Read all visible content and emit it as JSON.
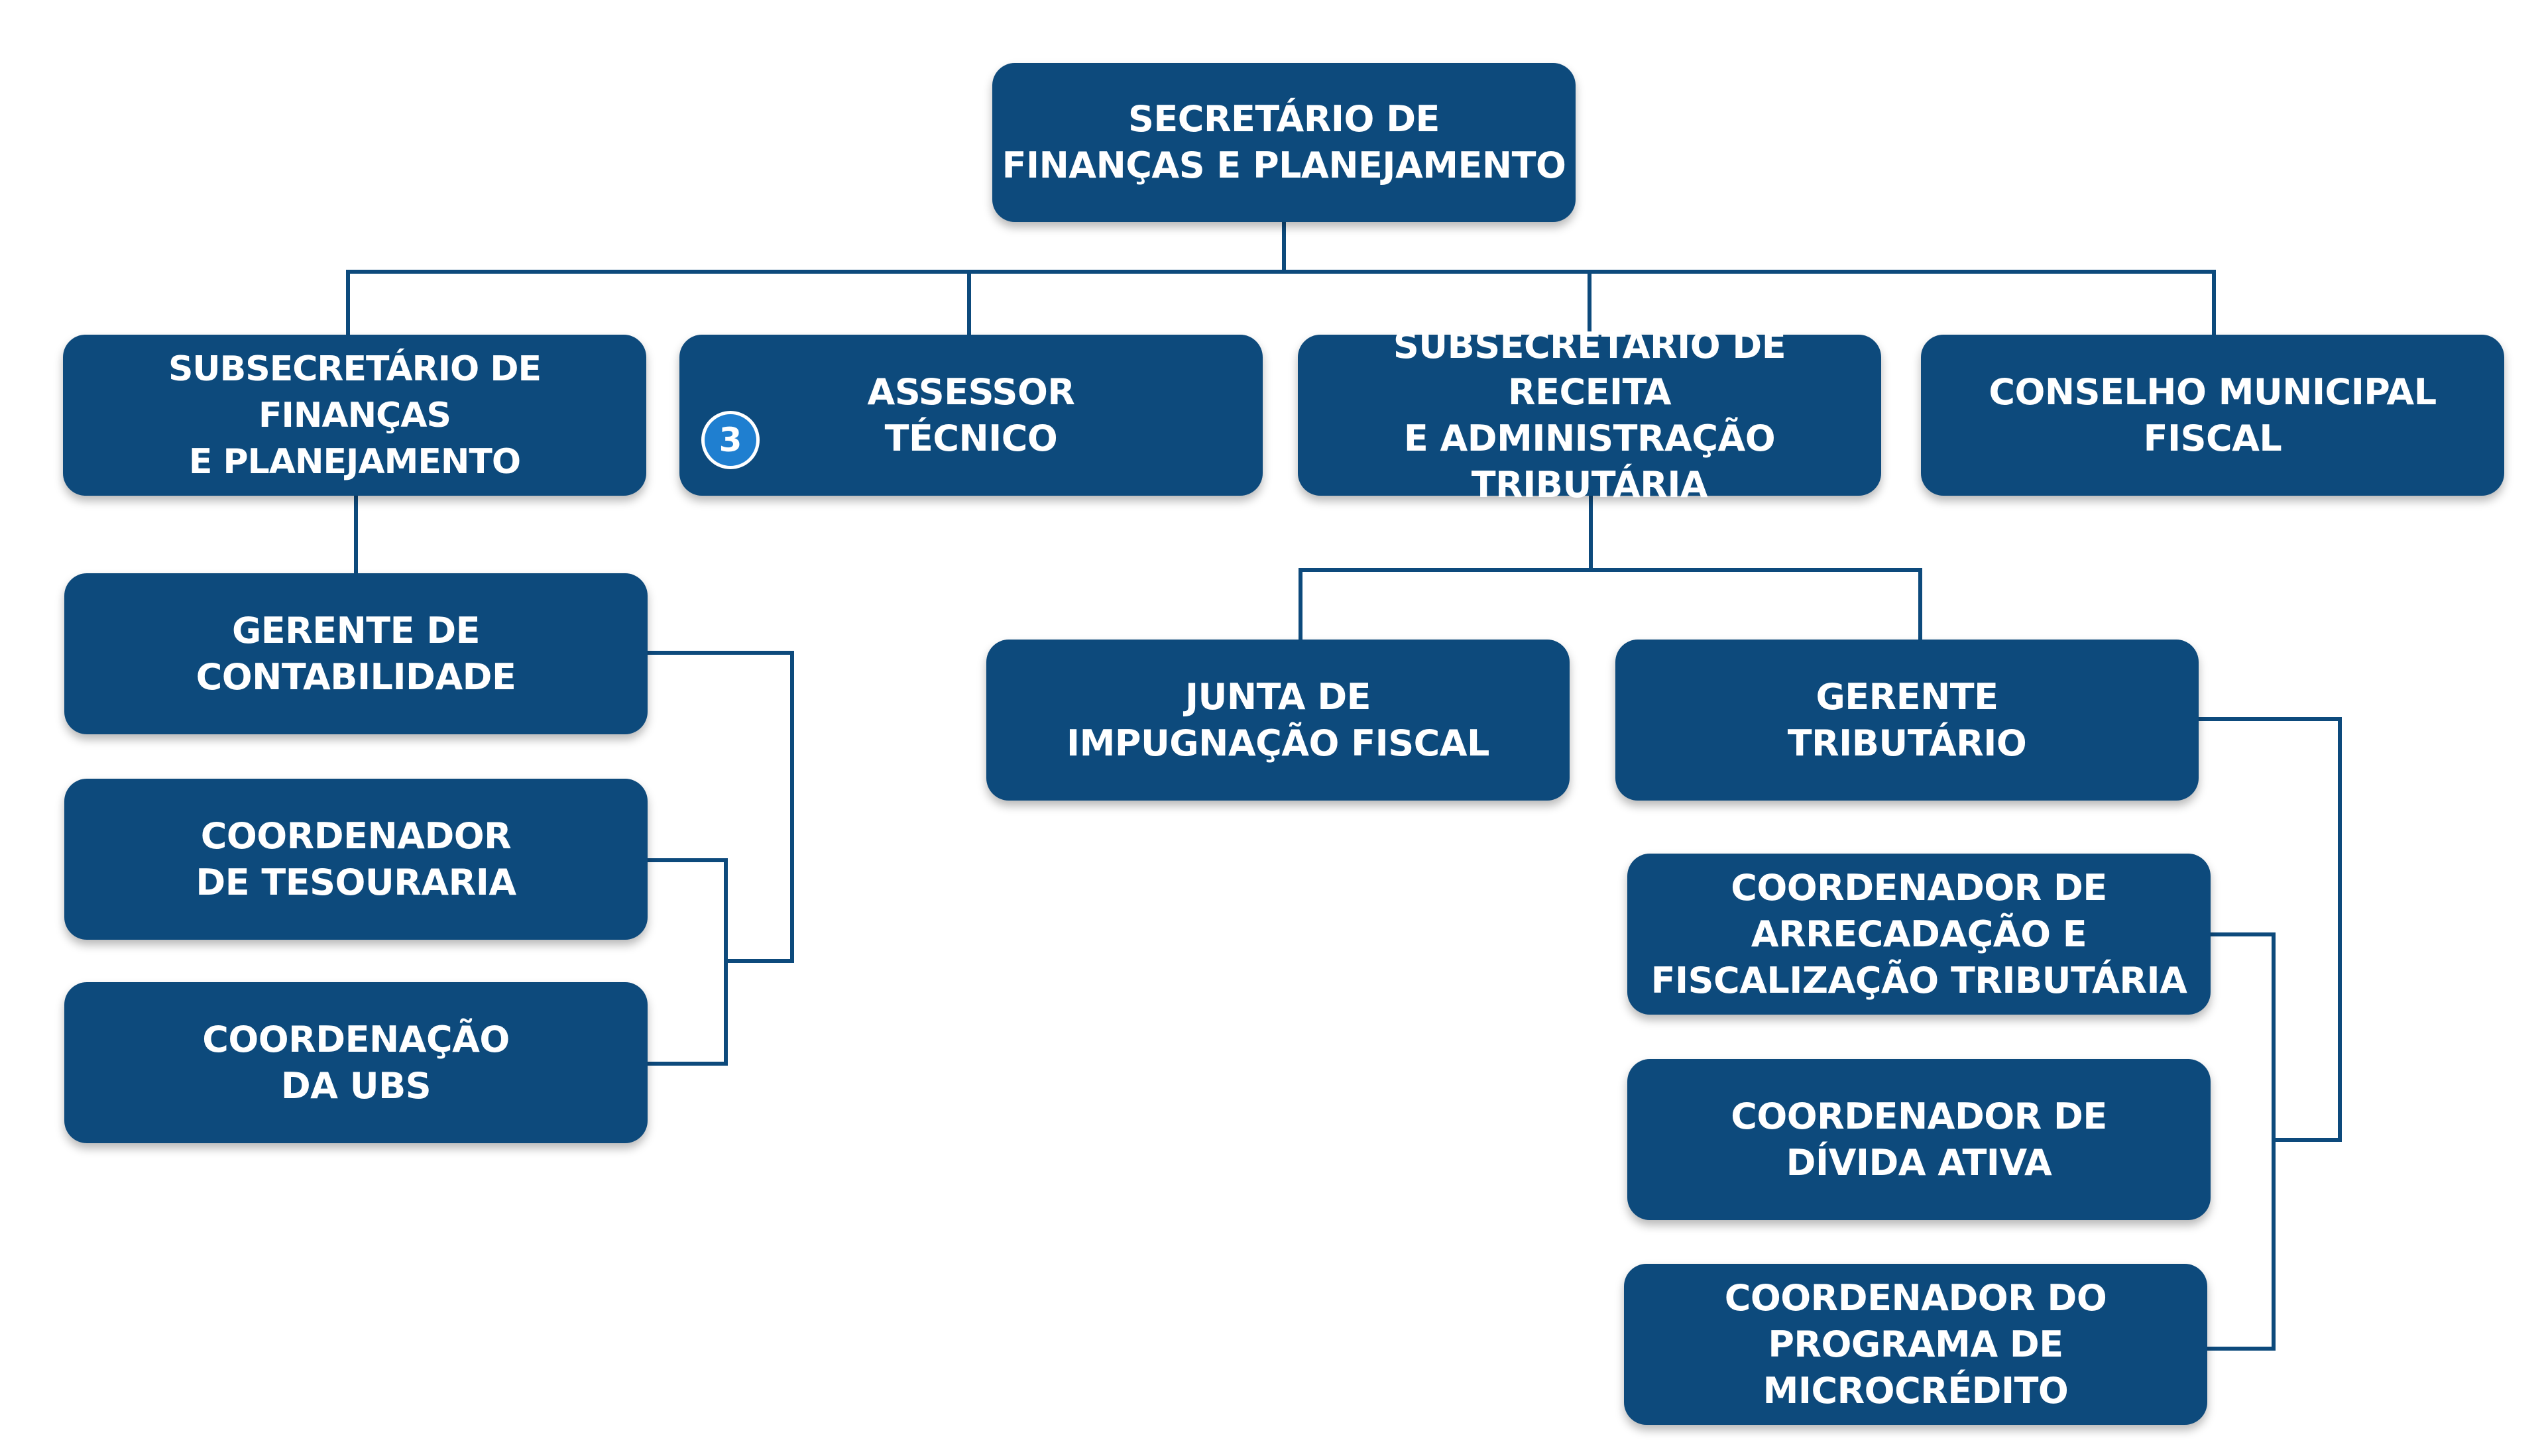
{
  "nodes": {
    "secretario": "SECRETÁRIO DE\nFINANÇAS E PLANEJAMENTO",
    "subsecretario_financas": "SUBSECRETÁRIO DE FINANÇAS\nE PLANEJAMENTO",
    "assessor": "ASSESSOR\nTÉCNICO",
    "subsecretario_receita": "SUBSECRETÁRIO DE RECEITA\nE ADMINISTRAÇÃO\nTRIBUTÁRIA",
    "conselho": "CONSELHO MUNICIPAL\nFISCAL",
    "gerente_contabilidade": "GERENTE DE\nCONTABILIDADE",
    "coord_tesouraria": "COORDENADOR\nDE TESOURARIA",
    "coord_ubs": "COORDENAÇÃO\nDA UBS",
    "junta": "JUNTA DE\nIMPUGNAÇÃO FISCAL",
    "gerente_tributario": "GERENTE\nTRIBUTÁRIO",
    "coord_arrecadacao": "COORDENADOR DE\nARRECADAÇÃO E\nFISCALIZAÇÃO TRIBUTÁRIA",
    "coord_divida": "COORDENADOR DE\nDÍVIDA ATIVA",
    "coord_microcredito": "COORDENADOR DO\nPROGRAMA DE\nMICROCRÉDITO"
  },
  "badge": "3",
  "colors": {
    "node_fill": "#0d4a7c",
    "connector": "#0d4a7c",
    "badge_fill": "#1f7fd0",
    "text": "#ffffff"
  }
}
